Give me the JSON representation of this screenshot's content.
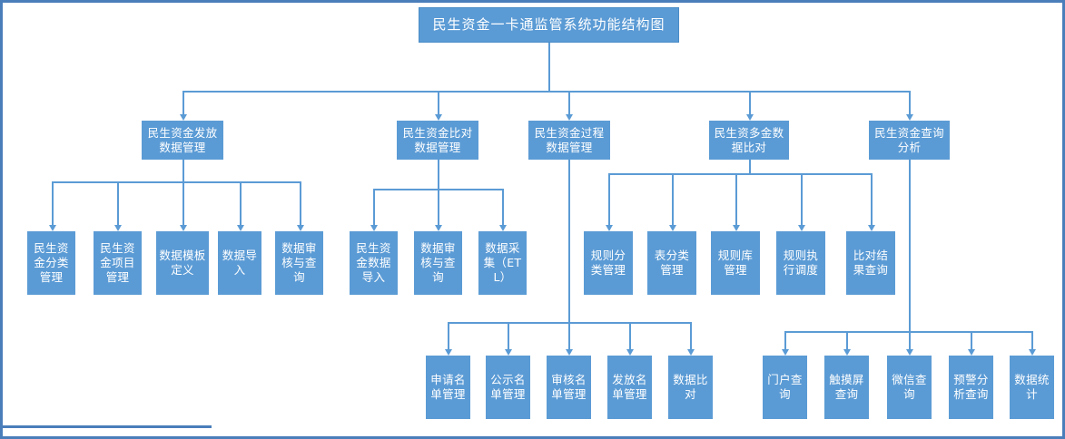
{
  "diagram": {
    "title": "民生资金一卡通监管系统功能结构图",
    "accent_color": "#5b9bd5",
    "frame_color": "#4a7ebb",
    "background_color": "#ffffff",
    "text_color": "#ffffff"
  },
  "root": {
    "label": "民生资金一卡通监管系统功能结构图"
  },
  "branches": [
    {
      "id": "issue-data",
      "label": "民生资金发放数据管理",
      "children": [
        {
          "label": "民生资金分类管理"
        },
        {
          "label": "民生资金项目管理"
        },
        {
          "label": "数据模板定义"
        },
        {
          "label": "数据导入"
        },
        {
          "label": "数据审核与查询"
        }
      ]
    },
    {
      "id": "compare-data",
      "label": "民生资金比对数据管理",
      "children": [
        {
          "label": "民生资金数据导入"
        },
        {
          "label": "数据审核与查询"
        },
        {
          "label": "数据采集（ETL）"
        }
      ]
    },
    {
      "id": "process-data",
      "label": "民生资金过程数据管理",
      "children": [
        {
          "label": "申请名单管理"
        },
        {
          "label": "公示名单管理"
        },
        {
          "label": "审核名单管理"
        },
        {
          "label": "发放名单管理"
        },
        {
          "label": "数据比对"
        }
      ]
    },
    {
      "id": "multi-compare",
      "label": "民生资多金数据比对",
      "children": [
        {
          "label": "规则分类管理"
        },
        {
          "label": "表分类管理"
        },
        {
          "label": "规则库管理"
        },
        {
          "label": "规则执行调度"
        },
        {
          "label": "比对结果查询"
        }
      ]
    },
    {
      "id": "query-analysis",
      "label": "民生资金查询分析",
      "children": [
        {
          "label": "门户查询"
        },
        {
          "label": "触摸屏查询"
        },
        {
          "label": "微信查询"
        },
        {
          "label": "预警分析查询"
        },
        {
          "label": "数据统计"
        }
      ]
    }
  ]
}
